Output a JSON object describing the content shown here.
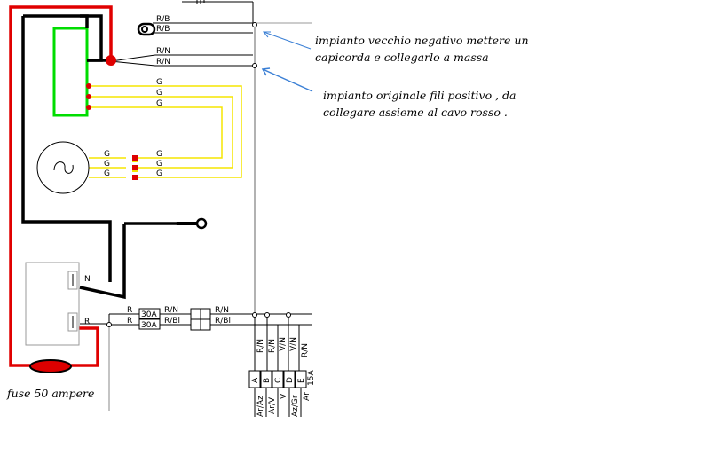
{
  "colors": {
    "red_wire": "#e00000",
    "black_wire": "#000000",
    "yellow_wire": "#f5e500",
    "regulator_green": "#00dd00",
    "grey_line": "#888888",
    "arrow_blue": "#3a7fd5",
    "fuse_fill": "#dd0000"
  },
  "wires_top": {
    "rb_1": "R/B",
    "rb_2": "R/B",
    "rn_1": "R/N",
    "rn_2": "R/N"
  },
  "regulator_wires": [
    "G",
    "G",
    "G"
  ],
  "stator": {
    "left_labels": [
      "G",
      "G",
      "G"
    ],
    "right_labels": [
      "G",
      "G",
      "G"
    ]
  },
  "battery_labels": {
    "negative": "N",
    "positive": "R"
  },
  "fuse_block": {
    "r_1": "R",
    "r_2": "R",
    "amp_1": "30A",
    "amp_2": "30A",
    "out_1": "R/N",
    "out_2": "R/Bi",
    "right_1": "R/N",
    "right_2": "R/Bi"
  },
  "vertical_wires": {
    "top_labels": [
      "R/N",
      "R/N",
      "V/N",
      "V/N",
      "R/N"
    ],
    "pins": [
      "A",
      "B",
      "C",
      "D",
      "E"
    ],
    "bottom_labels": [
      "Ar/Az",
      "Ar/V",
      "V",
      "Az/Gr",
      "Ar"
    ],
    "amp": "15A"
  },
  "annotations": {
    "note_1_line_1": "impianto vecchio negativo mettere un",
    "note_1_line_2": "capicorda e collegarlo a massa",
    "note_2_line_1": "impianto originale fili positivo ,  da",
    "note_2_line_2": "collegare assieme al cavo rosso .",
    "fuse_note": "fuse 50 ampere"
  }
}
